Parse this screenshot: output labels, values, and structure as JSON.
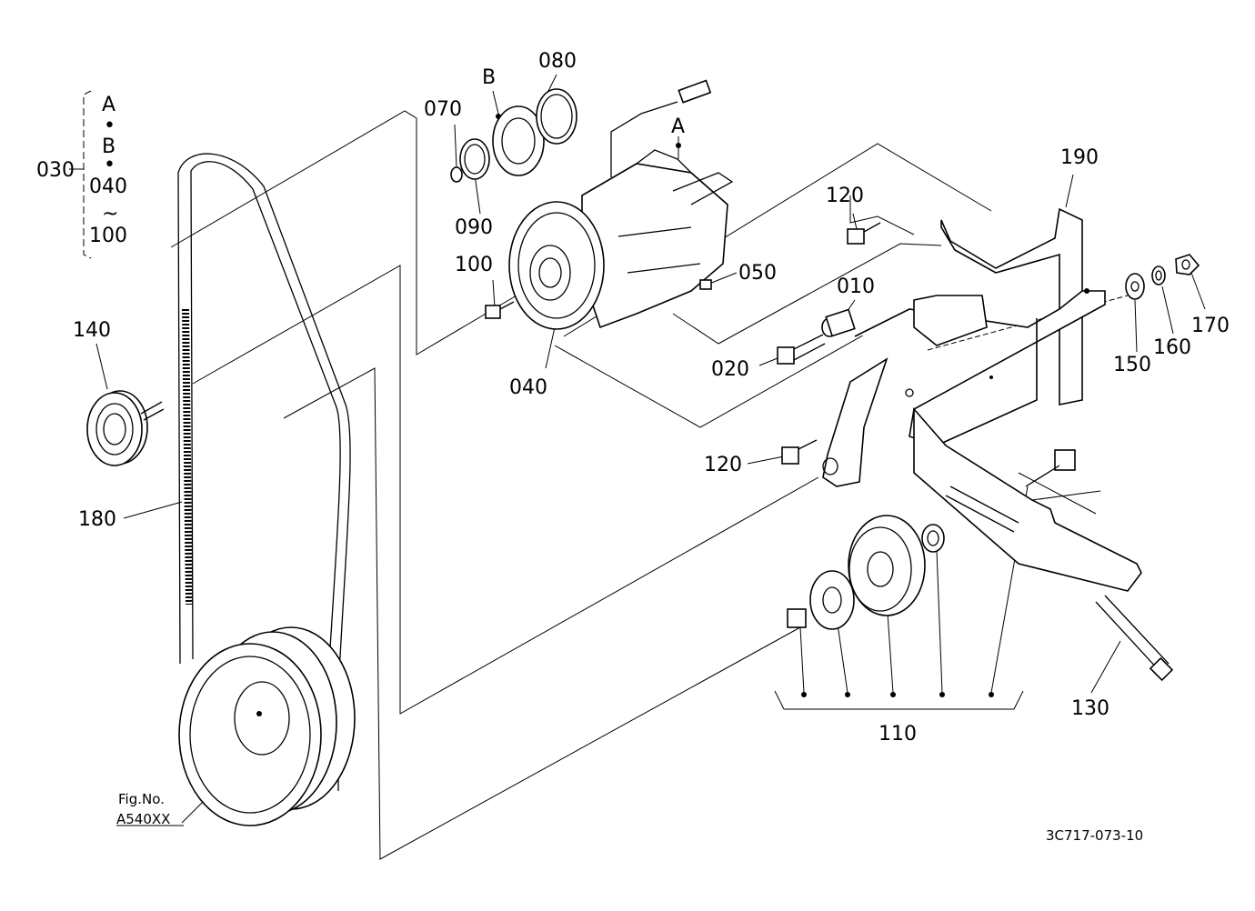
{
  "callouts": {
    "c010": "010",
    "c020": "020",
    "c030": "030",
    "c040": "040",
    "c050": "050",
    "c070": "070",
    "c080": "080",
    "c090": "090",
    "c100": "100",
    "c110": "110",
    "c120a": "120",
    "c120b": "120",
    "c130": "130",
    "c140": "140",
    "c150": "150",
    "c160": "160",
    "c170": "170",
    "c180": "180",
    "c190": "190"
  },
  "bracket_030": {
    "a": "A",
    "dot1": "•",
    "b": "B",
    "dot2": "•",
    "from": "040",
    "tilde": "~",
    "to": "100"
  },
  "markers": {
    "a": "A",
    "b": "B"
  },
  "fig_ref": {
    "line1": "Fig.No.",
    "line2": "A540XX"
  },
  "diagram_id": "3C717-073-10"
}
